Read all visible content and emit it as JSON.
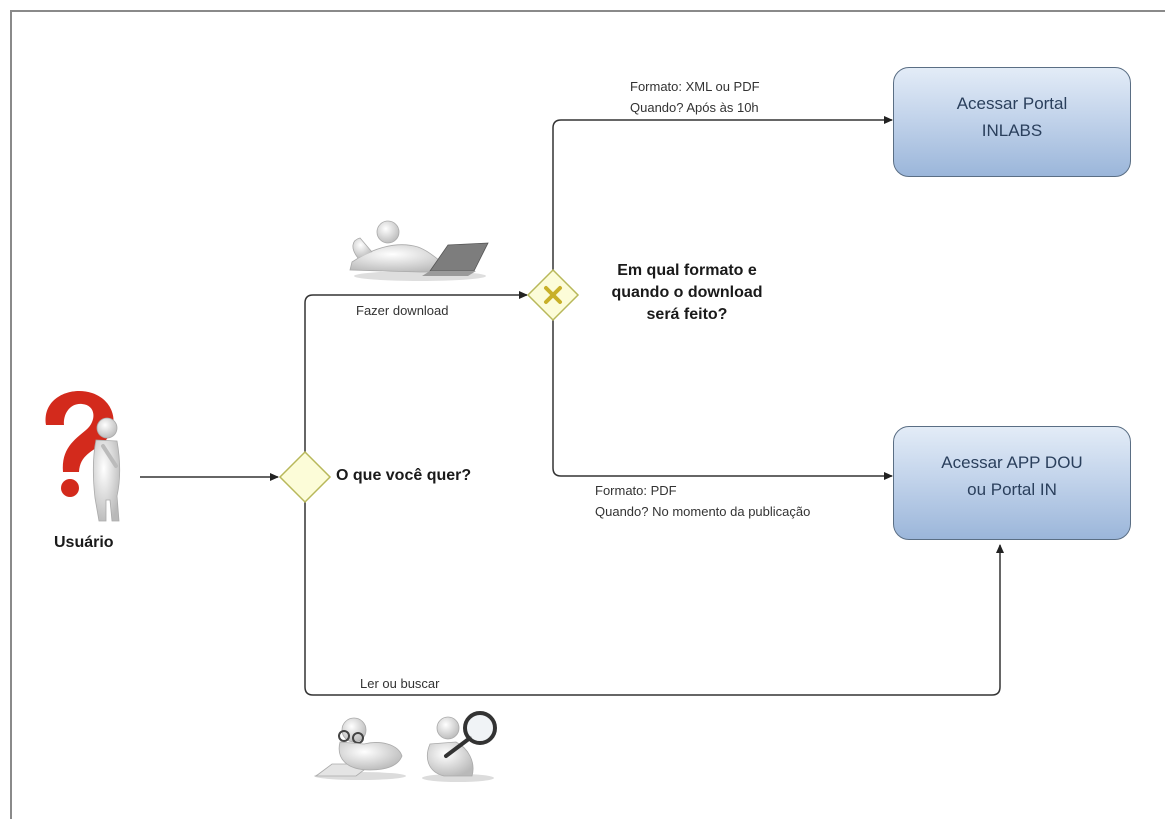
{
  "actor": {
    "label": "Usuário"
  },
  "gateways": {
    "main": {
      "question": "O que você quer?"
    },
    "download": {
      "question_lines": [
        "Em qual formato e",
        "quando o download",
        "será feito?"
      ]
    }
  },
  "flows": {
    "download": {
      "label": "Fazer download"
    },
    "read": {
      "label": "Ler ou buscar"
    },
    "inlabs": {
      "lines": [
        "Formato: XML ou PDF",
        "Quando? Após às 10h"
      ]
    },
    "app": {
      "lines": [
        "Formato: PDF",
        "Quando? No momento da publicação"
      ]
    }
  },
  "tasks": {
    "inlabs": {
      "lines": [
        "Acessar Portal",
        "INLABS"
      ]
    },
    "app": {
      "lines": [
        "Acessar APP DOU",
        "ou Portal IN"
      ]
    }
  },
  "colors": {
    "gateway_fill": "#fcfcd8",
    "gateway_stroke": "#b8b85a",
    "gateway_x": "#c8b028",
    "task_stroke": "#5a6e84",
    "question_mark": "#d32a1c"
  }
}
